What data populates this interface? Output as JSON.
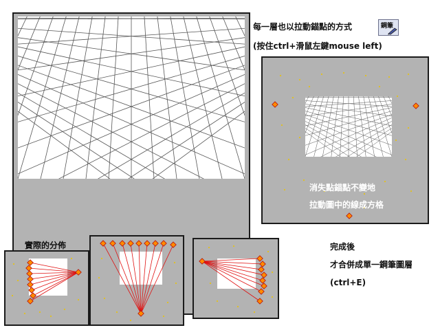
{
  "notes": {
    "drag_title": "每一層也以拉動錨點的方式",
    "drag_hint": "(按住ctrl+滑鼠左鍵mouse left)",
    "anchor_keep_line1": "消失點錨點不變地",
    "anchor_keep_line2": "拉動圖中的線成方格",
    "distribution_label": "實際的分佈",
    "done_line1": "完成後",
    "done_line2": "才合併成單一鋼筆圖層",
    "done_line3": "(ctrl+E)"
  },
  "toolbar": {
    "pen_tool_label": "鋼筆",
    "pen_tool_icon": "pen-icon"
  },
  "colors": {
    "panel_gray": "#b3b3b3",
    "border": "#1a1a1a",
    "grid_line": "#555555",
    "guide_red": "#e01010",
    "anchor_orange": "#ff8a00",
    "dot_yellow": "#e3c21a"
  }
}
